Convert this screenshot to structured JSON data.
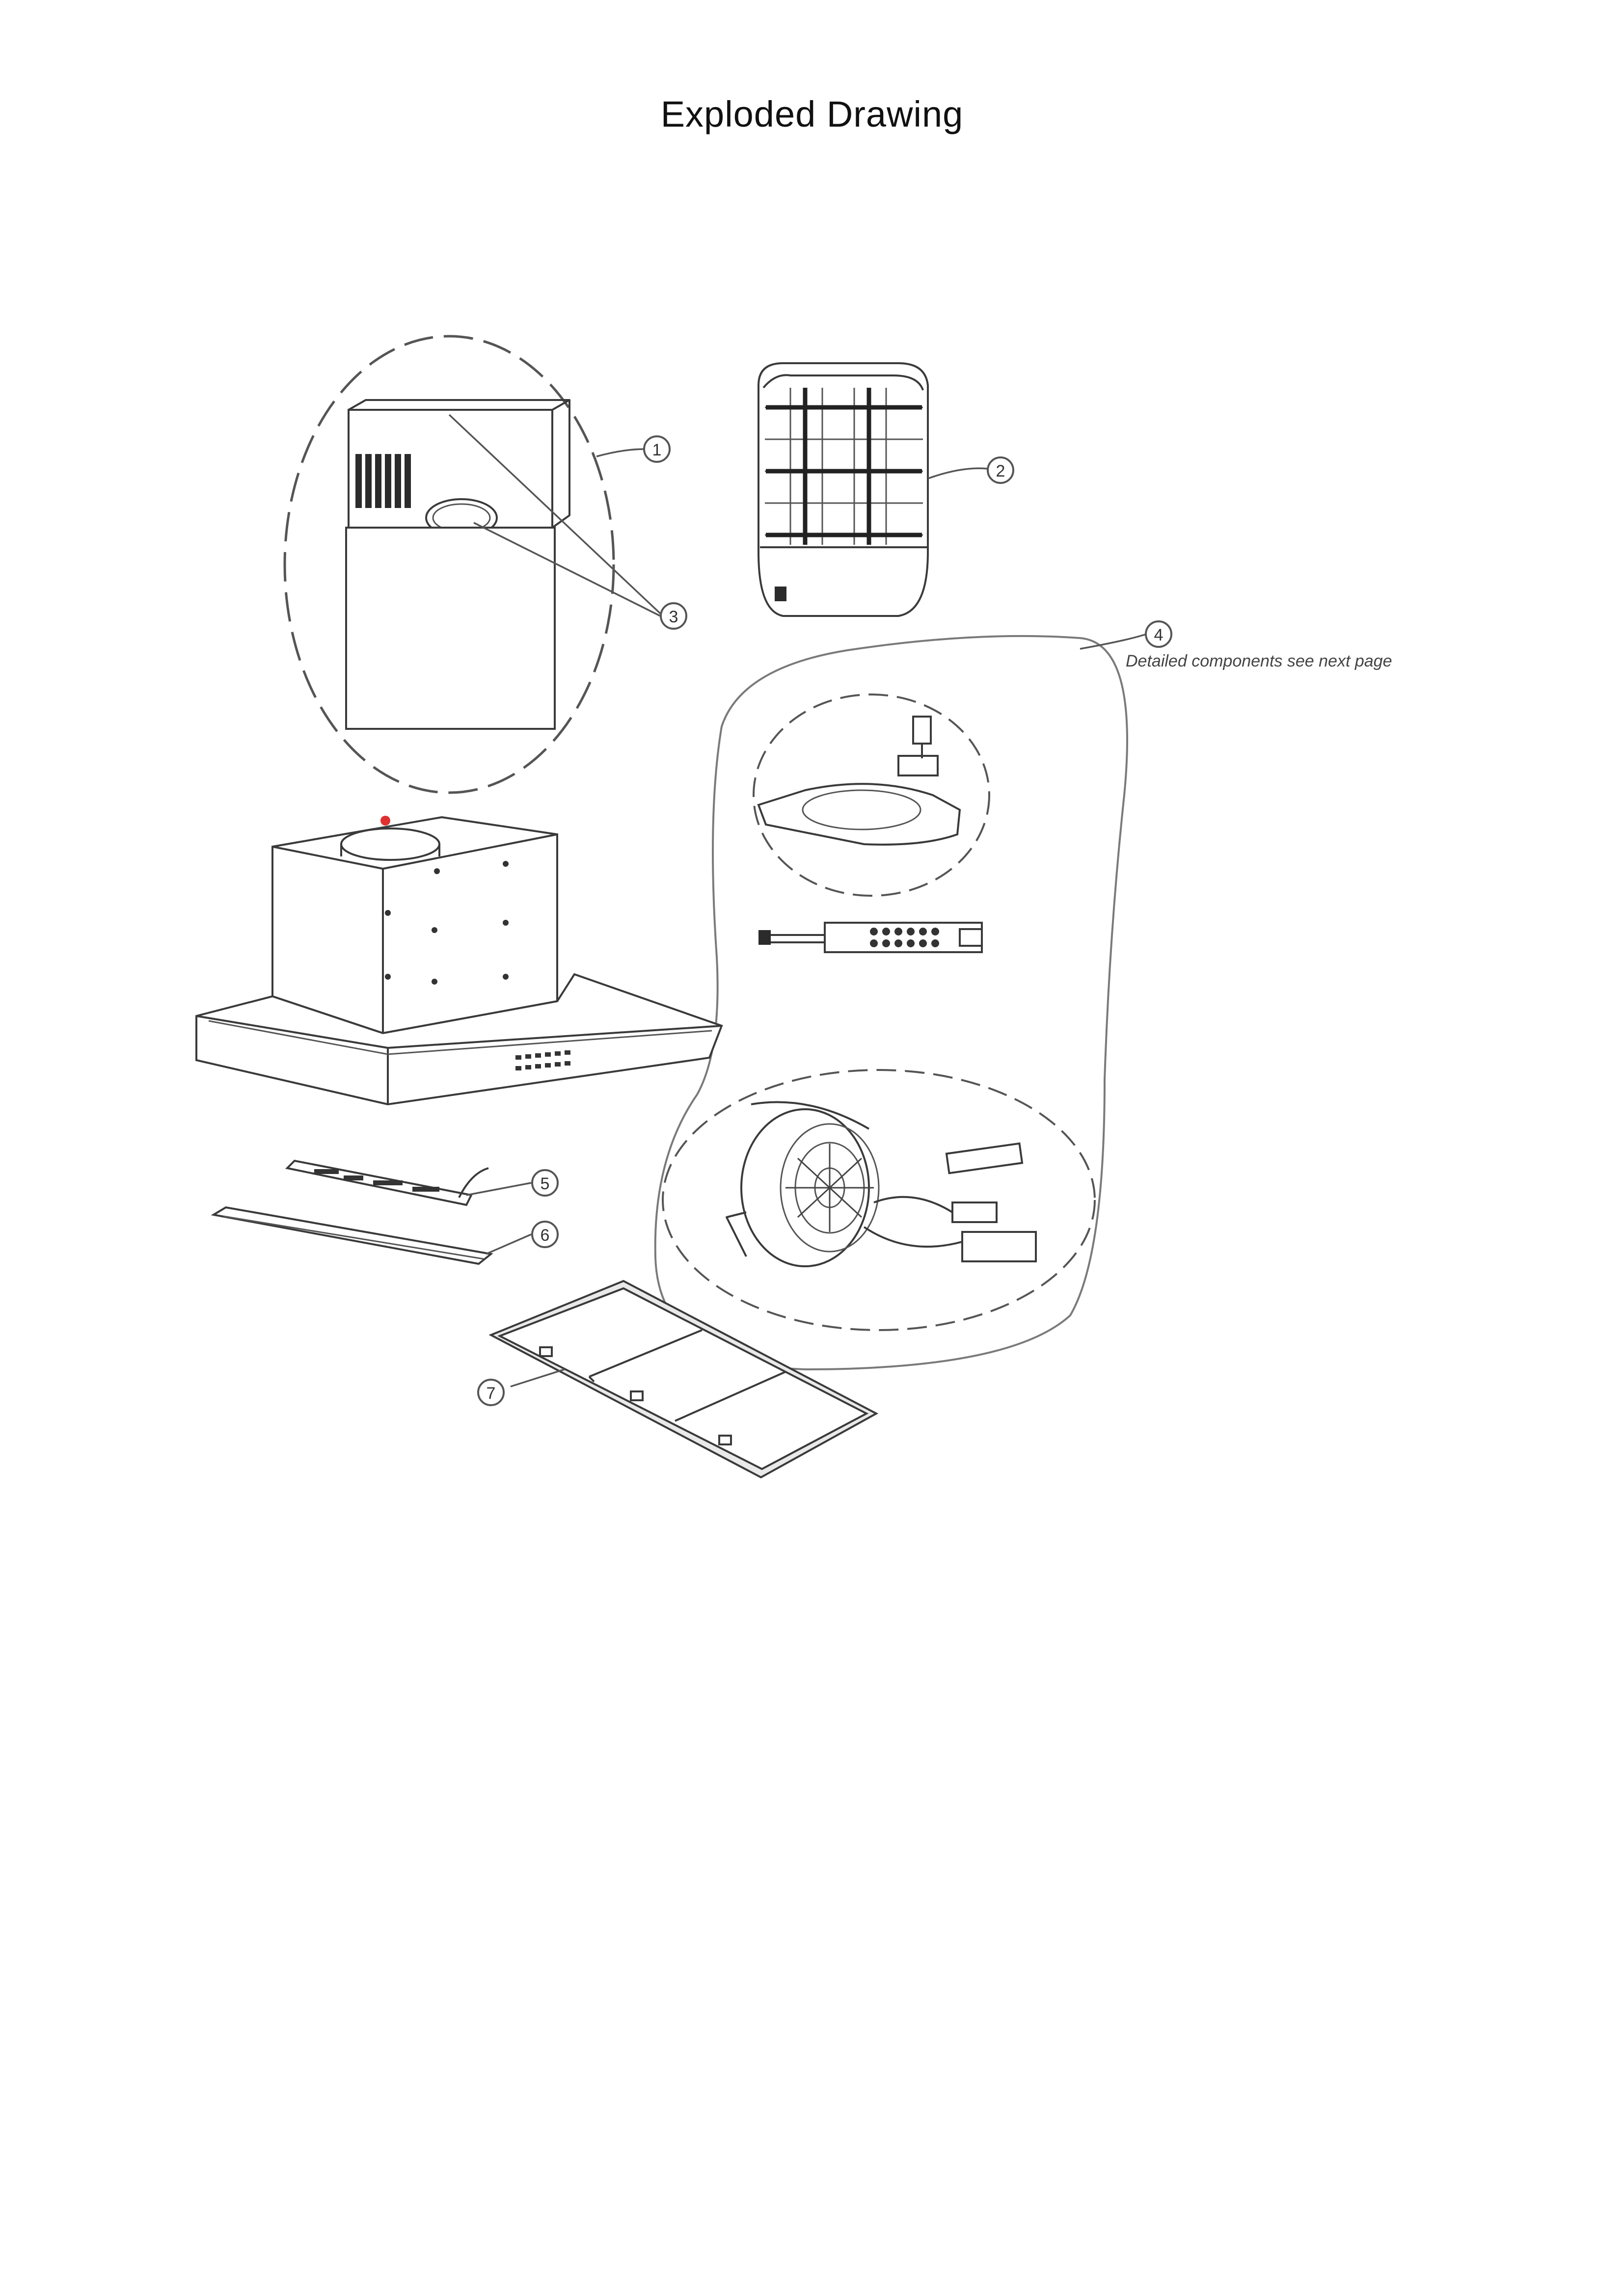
{
  "title": "Exploded Drawing",
  "note": "Detailed components see next page",
  "part_numbers": [
    "1",
    "2",
    "3",
    "4",
    "5",
    "6",
    "7"
  ]
}
